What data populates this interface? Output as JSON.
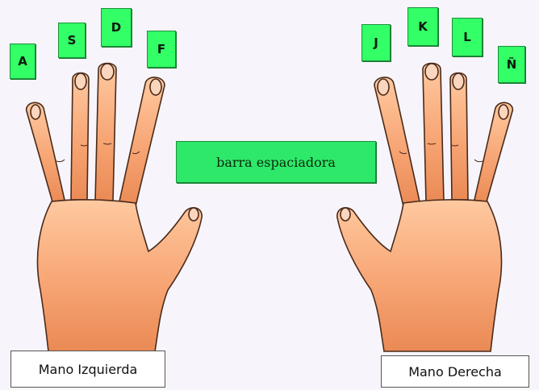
{
  "colors": {
    "key_fill": "#33ff66",
    "skin": "#f7a574",
    "background": "#f7f5fb"
  },
  "left_hand": {
    "label": "Mano Izquierda",
    "keys": [
      "A",
      "S",
      "D",
      "F"
    ]
  },
  "right_hand": {
    "label": "Mano Derecha",
    "keys": [
      "J",
      "K",
      "L",
      "Ñ"
    ]
  },
  "spacebar": {
    "label": "barra espaciadora"
  }
}
